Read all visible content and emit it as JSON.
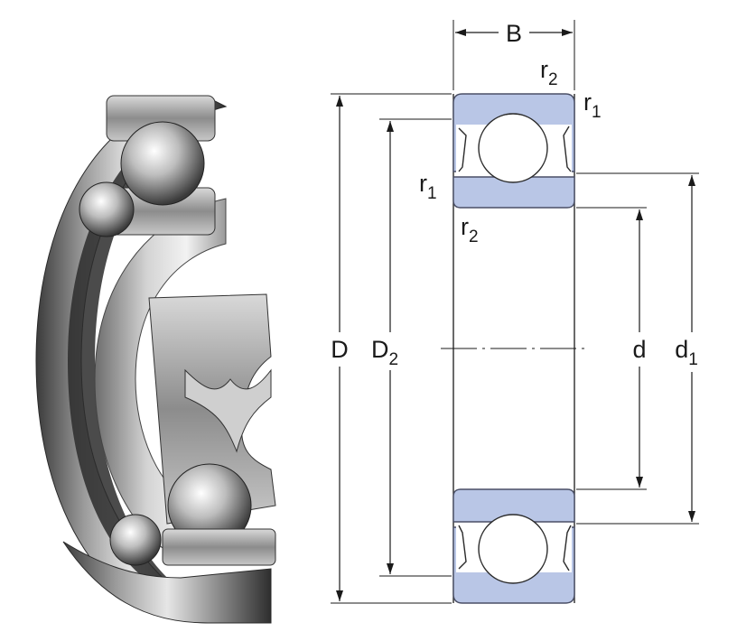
{
  "labels": {
    "B": "B",
    "D": "D",
    "D2_main": "D",
    "D2_sub": "2",
    "d": "d",
    "d1_main": "d",
    "d1_sub": "1",
    "r_main": "r",
    "r1_sub": "1",
    "r2_sub": "2"
  },
  "colors": {
    "ring_fill": "#b9c6e6",
    "line": "#1a1a1a"
  }
}
